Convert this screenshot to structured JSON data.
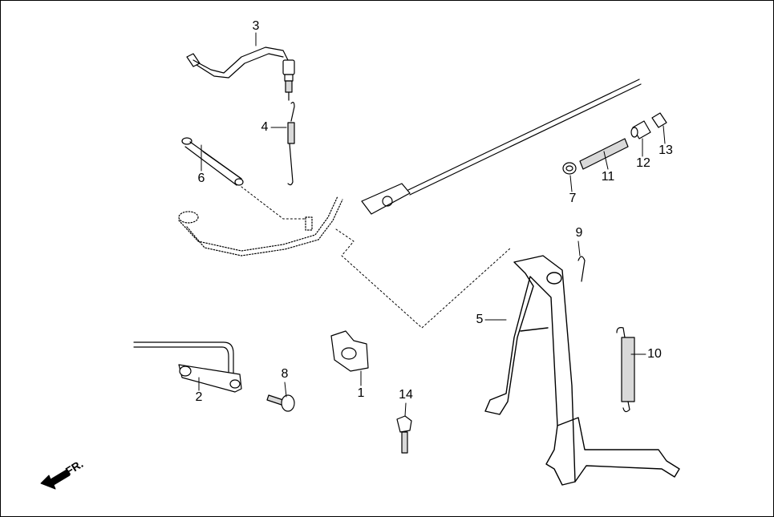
{
  "diagram": {
    "callouts": [
      "1",
      "2",
      "3",
      "4",
      "5",
      "6",
      "7",
      "8",
      "9",
      "10",
      "11",
      "12",
      "13",
      "14"
    ],
    "direction_label": "FR."
  },
  "colors": {
    "stroke": "#000000",
    "fill": "#ffffff",
    "shade": "#d9d9d9"
  }
}
